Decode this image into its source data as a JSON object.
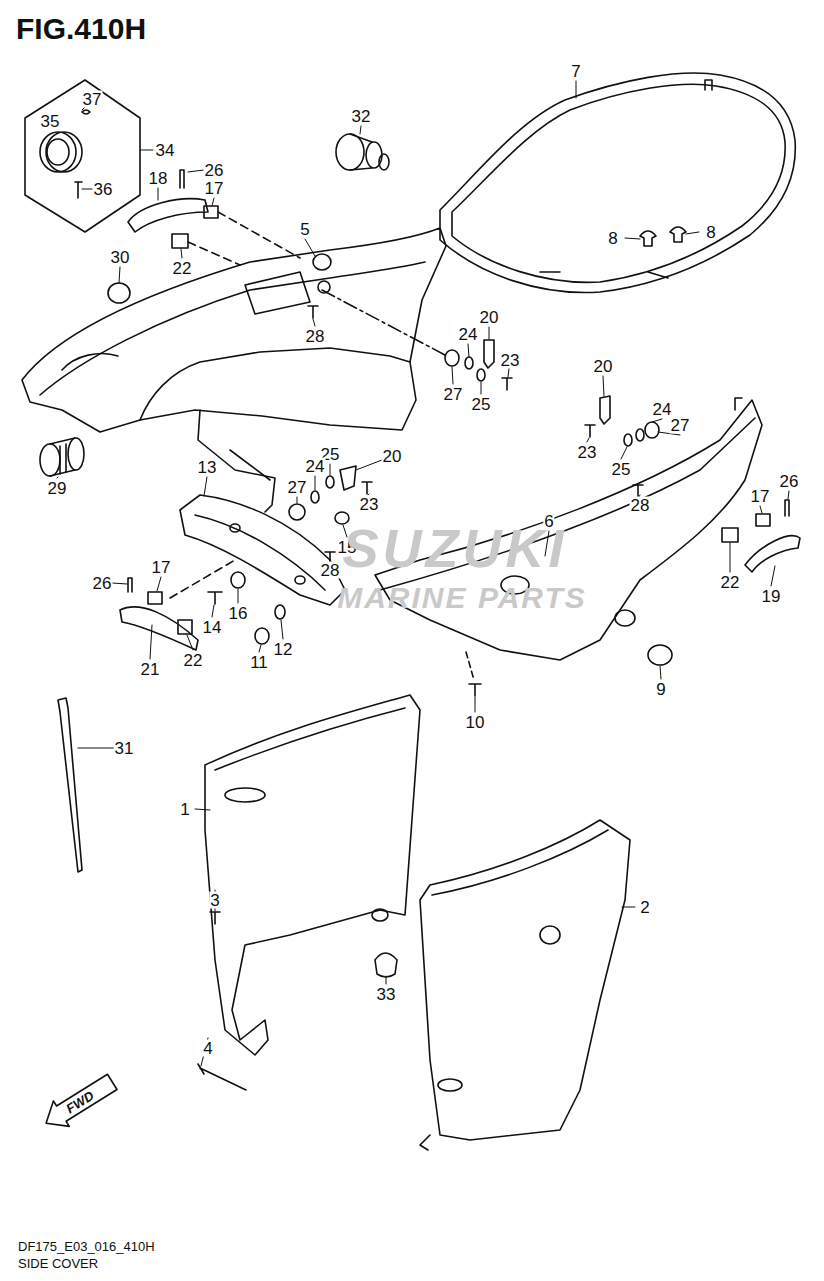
{
  "diagram": {
    "title": "FIG.410H",
    "caption": "SIDE COVER",
    "labels": [
      "37",
      "35",
      "34",
      "36",
      "26",
      "18",
      "17",
      "22",
      "5",
      "28",
      "7",
      "8",
      "8",
      "32",
      "30",
      "20",
      "24",
      "23",
      "27",
      "25",
      "29",
      "13",
      "25",
      "24",
      "20",
      "27",
      "23",
      "15",
      "28",
      "20",
      "24",
      "27",
      "23",
      "25",
      "28",
      "6",
      "26",
      "17",
      "22",
      "19",
      "26",
      "17",
      "14",
      "16",
      "21",
      "22",
      "11",
      "12",
      "9",
      "10",
      "31",
      "1",
      "3",
      "4",
      "2",
      "33",
      "FWD",
      "SUZUKI",
      "MARINE PARTS",
      "DF175_E03_016_410H"
    ]
  }
}
